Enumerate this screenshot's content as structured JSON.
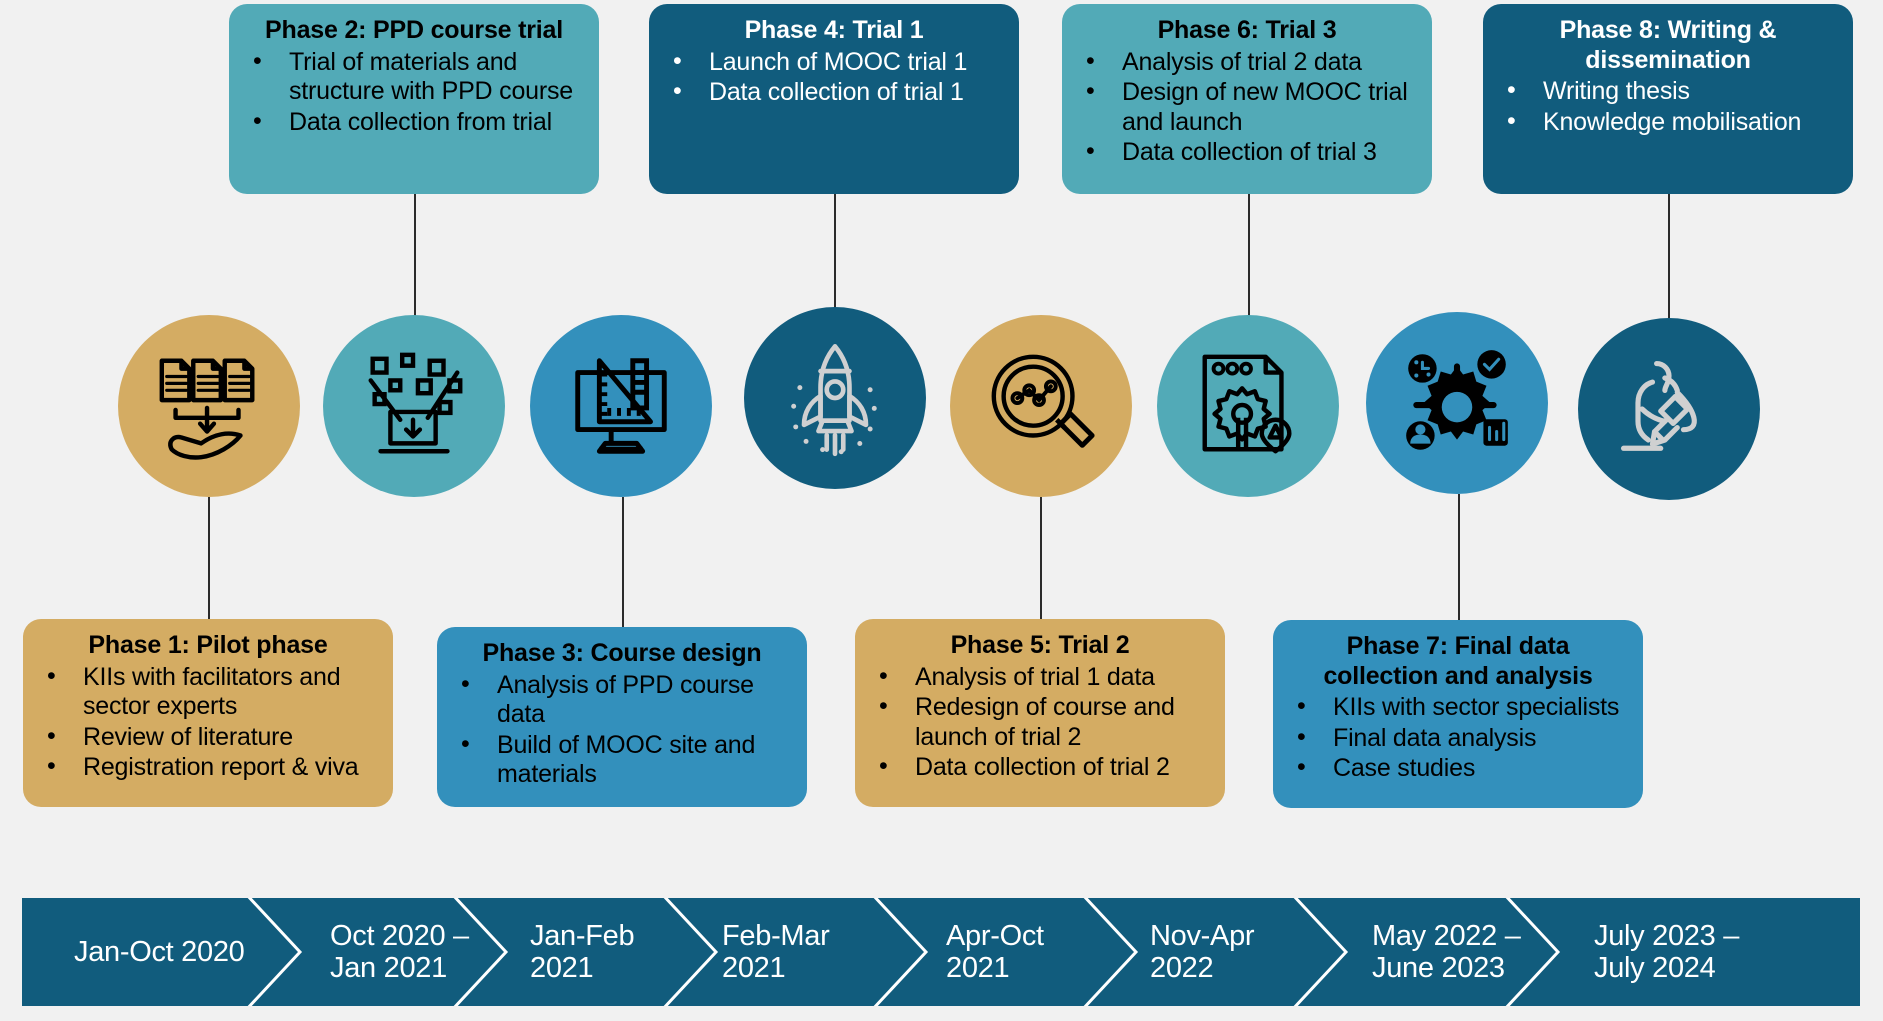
{
  "diagram": {
    "title": "Research project phase timeline",
    "background_color": "#f1f1f1",
    "palette": {
      "dark_blue": "#115C7D",
      "mid_blue": "#3390BC",
      "teal": "#52AAB7",
      "gold": "#D4AC63",
      "line": "#2b2b2b",
      "text_light": "#ffffff",
      "text_dark": "#000000"
    }
  },
  "phases": [
    {
      "id": "phase-1",
      "title": "Phase 1: Pilot phase",
      "color": "#D4AC63",
      "text_color": "#000000",
      "position": "bottom",
      "bullets": [
        "KIIs with facilitators and sector experts",
        "Review of literature",
        "Registration report & viva"
      ]
    },
    {
      "id": "phase-2",
      "title": "Phase 2: PPD course trial",
      "color": "#52AAB7",
      "text_color": "#000000",
      "position": "top",
      "bullets": [
        "Trial of materials and structure with PPD course",
        "Data collection from trial"
      ]
    },
    {
      "id": "phase-3",
      "title": "Phase 3: Course design",
      "color": "#3390BC",
      "text_color": "#000000",
      "position": "bottom",
      "bullets": [
        "Analysis of PPD course data",
        "Build of MOOC site and materials"
      ]
    },
    {
      "id": "phase-4",
      "title": "Phase 4: Trial 1",
      "color": "#115C7D",
      "text_color": "#ffffff",
      "position": "top",
      "bullets": [
        "Launch of MOOC trial 1",
        "Data collection of trial 1"
      ]
    },
    {
      "id": "phase-5",
      "title": "Phase 5: Trial 2",
      "color": "#D4AC63",
      "text_color": "#000000",
      "position": "bottom",
      "bullets": [
        "Analysis of trial 1 data",
        "Redesign of course and launch of trial 2",
        "Data collection of trial 2"
      ]
    },
    {
      "id": "phase-6",
      "title": "Phase 6: Trial 3",
      "color": "#52AAB7",
      "text_color": "#000000",
      "position": "top",
      "bullets": [
        "Analysis of trial 2 data",
        "Design of new MOOC trial and launch",
        "Data collection of trial 3"
      ]
    },
    {
      "id": "phase-7",
      "title": "Phase 7: Final data collection and analysis",
      "color": "#3390BC",
      "text_color": "#000000",
      "position": "bottom",
      "bullets": [
        "KIIs with sector specialists",
        "Final data analysis",
        "Case studies"
      ]
    },
    {
      "id": "phase-8",
      "title": "Phase 8: Writing & dissemination",
      "color": "#115C7D",
      "text_color": "#ffffff",
      "position": "top",
      "bullets": [
        "Writing thesis",
        "Knowledge mobilisation"
      ]
    }
  ],
  "icons": [
    {
      "id": "icon-1",
      "name": "documents-to-hand-icon",
      "phase": "Phase 1: Pilot phase",
      "circle_color": "#D4AC63",
      "glyph_color": "#000000"
    },
    {
      "id": "icon-2",
      "name": "data-upload-laptop-icon",
      "phase": "Phase 2: PPD course trial",
      "circle_color": "#52AAB7",
      "glyph_color": "#000000"
    },
    {
      "id": "icon-3",
      "name": "design-monitor-ruler-icon",
      "phase": "Phase 3: Course design",
      "circle_color": "#3390BC",
      "glyph_color": "#000000"
    },
    {
      "id": "icon-4",
      "name": "rocket-launch-icon",
      "phase": "Phase 4: Trial 1",
      "circle_color": "#115C7D",
      "glyph_color": "#cfd0d1"
    },
    {
      "id": "icon-5",
      "name": "magnifier-analytics-icon",
      "phase": "Phase 5: Trial 2",
      "circle_color": "#D4AC63",
      "glyph_color": "#000000"
    },
    {
      "id": "icon-6",
      "name": "document-gear-design-icon",
      "phase": "Phase 6: Trial 3",
      "circle_color": "#52AAB7",
      "glyph_color": "#000000"
    },
    {
      "id": "icon-7",
      "name": "gear-analytics-network-icon",
      "phase": "Phase 7: Final data collection and analysis",
      "circle_color": "#3390BC",
      "glyph_color": "#000000"
    },
    {
      "id": "icon-8",
      "name": "person-writing-pencil-icon",
      "phase": "Phase 8: Writing & dissemination",
      "circle_color": "#115C7D",
      "glyph_color": "#cfd0d1"
    }
  ],
  "timeline": {
    "bar_color": "#115C7D",
    "text_color": "#ffffff",
    "segments": [
      {
        "id": "seg-1",
        "label": "Jan-Oct 2020"
      },
      {
        "id": "seg-2",
        "label": "Oct 2020 –\nJan 2021"
      },
      {
        "id": "seg-3",
        "label": "Jan-Feb 2021"
      },
      {
        "id": "seg-4",
        "label": "Feb-Mar 2021"
      },
      {
        "id": "seg-5",
        "label": "Apr-Oct 2021"
      },
      {
        "id": "seg-6",
        "label": "Nov-Apr 2022"
      },
      {
        "id": "seg-7",
        "label": "May 2022 –\nJune 2023"
      },
      {
        "id": "seg-8",
        "label": "July 2023 –\nJuly 2024"
      }
    ]
  }
}
